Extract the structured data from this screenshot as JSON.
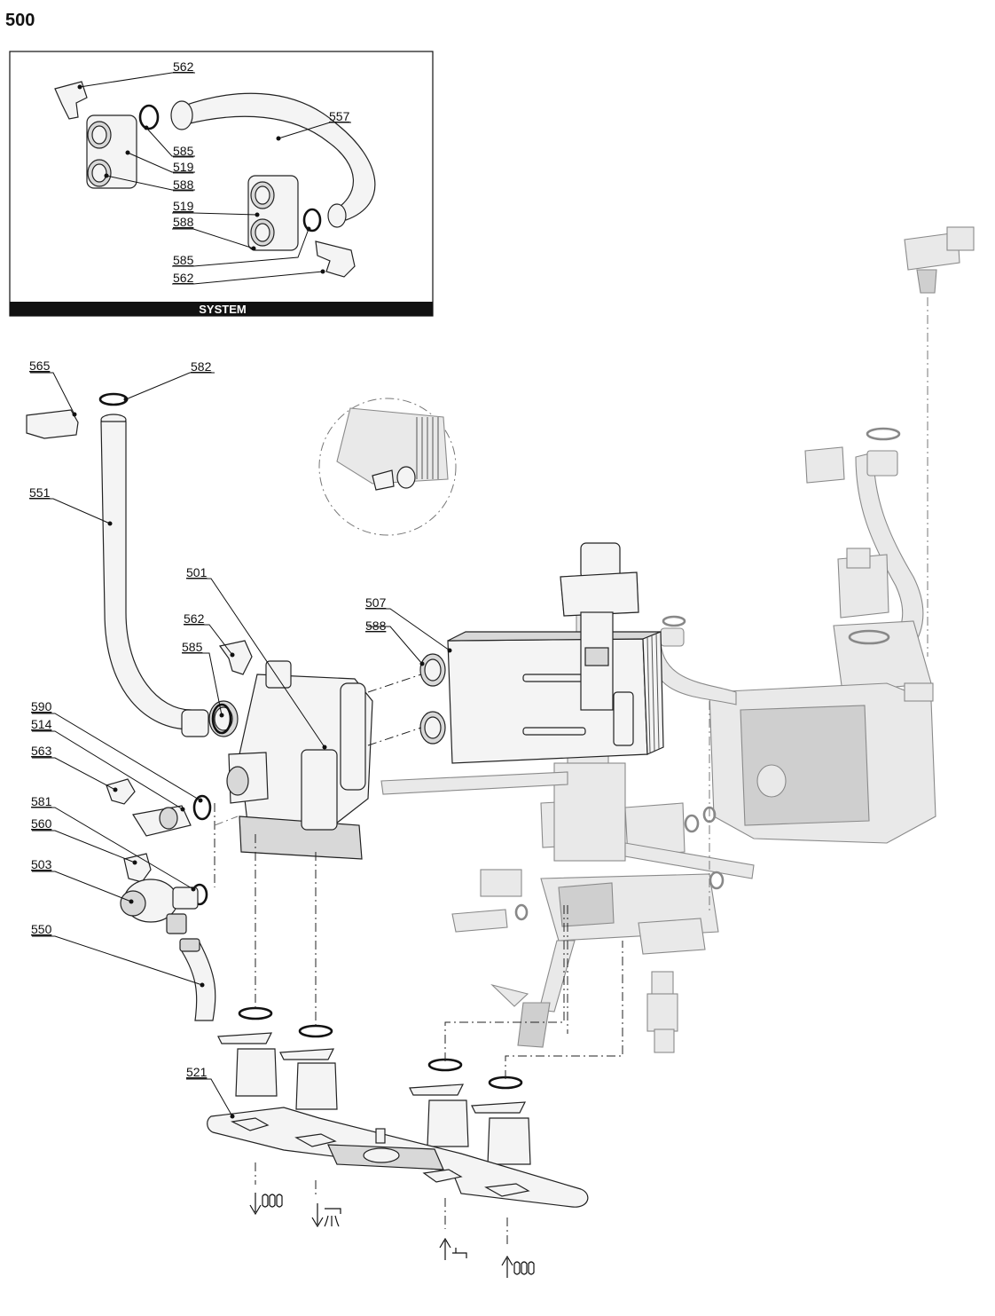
{
  "page_number": "500",
  "inset": {
    "title": "SYSTEM"
  },
  "labels": {
    "inset_562_top": "562",
    "inset_557": "557",
    "inset_585_top": "585",
    "inset_519_top": "519",
    "inset_588_top": "588",
    "inset_519_bottom": "519",
    "inset_588_bottom": "588",
    "inset_585_bottom": "585",
    "inset_562_bottom": "562",
    "l565": "565",
    "l582": "582",
    "l551": "551",
    "l501": "501",
    "l507": "507",
    "l588": "588",
    "l562": "562",
    "l585": "585",
    "l590": "590",
    "l514": "514",
    "l563": "563",
    "l581": "581",
    "l560": "560",
    "l503": "503",
    "l550": "550",
    "l521": "521"
  },
  "flow_symbols": [
    {
      "name": "heating-flow-out-icon",
      "direction": "down"
    },
    {
      "name": "hot-water-out-icon",
      "direction": "down"
    },
    {
      "name": "cold-water-in-icon",
      "direction": "up"
    },
    {
      "name": "heating-return-in-icon",
      "direction": "up"
    }
  ]
}
